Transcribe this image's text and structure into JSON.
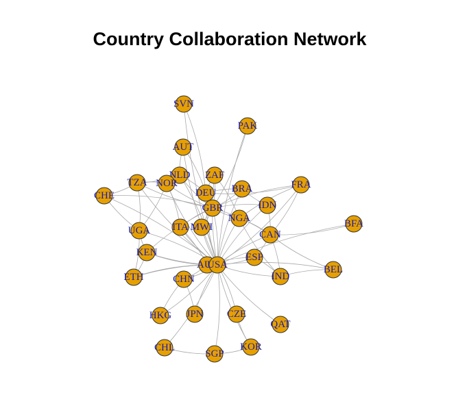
{
  "title": "Country Collaboration Network",
  "style": {
    "node_fill": "#E6A000",
    "label_color": "#1C1CA8",
    "edge_color": "#A8A8A8"
  },
  "nodes": [
    {
      "id": "SVN",
      "label": "SVN"
    },
    {
      "id": "PAK",
      "label": "PAK"
    },
    {
      "id": "AUT",
      "label": "AUT"
    },
    {
      "id": "NLD",
      "label": "NLD"
    },
    {
      "id": "ZAF",
      "label": "ZAF"
    },
    {
      "id": "TZA",
      "label": "TZA"
    },
    {
      "id": "NOR",
      "label": "NOR"
    },
    {
      "id": "DEU",
      "label": "DEU"
    },
    {
      "id": "BRA",
      "label": "BRA"
    },
    {
      "id": "FRA",
      "label": "FRA"
    },
    {
      "id": "CHE",
      "label": "CHE"
    },
    {
      "id": "GBR",
      "label": "GBR"
    },
    {
      "id": "IDN",
      "label": "IDN"
    },
    {
      "id": "NGA",
      "label": "NGA"
    },
    {
      "id": "BFA",
      "label": "BFA"
    },
    {
      "id": "UGA",
      "label": "UGA"
    },
    {
      "id": "ITA",
      "label": "ITA"
    },
    {
      "id": "MWI",
      "label": "MWI"
    },
    {
      "id": "CAN",
      "label": "CAN"
    },
    {
      "id": "KEN",
      "label": "KEN"
    },
    {
      "id": "ESP",
      "label": "ESP"
    },
    {
      "id": "AUS",
      "label": "AUS"
    },
    {
      "id": "USA",
      "label": "USA"
    },
    {
      "id": "BEL",
      "label": "BEL"
    },
    {
      "id": "ETH",
      "label": "ETH"
    },
    {
      "id": "CHN",
      "label": "CHN"
    },
    {
      "id": "IND",
      "label": "IND"
    },
    {
      "id": "HKG",
      "label": "HKG"
    },
    {
      "id": "JPN",
      "label": "JPN"
    },
    {
      "id": "CZE",
      "label": "CZE"
    },
    {
      "id": "QAT",
      "label": "QAT"
    },
    {
      "id": "CHL",
      "label": "CHL"
    },
    {
      "id": "KOR",
      "label": "KOR"
    },
    {
      "id": "SGP",
      "label": "SGP"
    }
  ],
  "edges": [
    [
      "SVN",
      "USA"
    ],
    [
      "SVN",
      "DEU"
    ],
    [
      "PAK",
      "USA"
    ],
    [
      "PAK",
      "GBR"
    ],
    [
      "AUT",
      "USA"
    ],
    [
      "AUT",
      "DEU"
    ],
    [
      "AUT",
      "NLD"
    ],
    [
      "NLD",
      "USA"
    ],
    [
      "NLD",
      "GBR"
    ],
    [
      "NLD",
      "DEU"
    ],
    [
      "NLD",
      "NOR"
    ],
    [
      "NLD",
      "TZA"
    ],
    [
      "ZAF",
      "USA"
    ],
    [
      "ZAF",
      "GBR"
    ],
    [
      "ZAF",
      "DEU"
    ],
    [
      "ZAF",
      "NGA"
    ],
    [
      "TZA",
      "USA"
    ],
    [
      "TZA",
      "UGA"
    ],
    [
      "TZA",
      "GBR"
    ],
    [
      "TZA",
      "NOR"
    ],
    [
      "NOR",
      "USA"
    ],
    [
      "NOR",
      "UGA"
    ],
    [
      "NOR",
      "GBR"
    ],
    [
      "NOR",
      "ITA"
    ],
    [
      "DEU",
      "USA"
    ],
    [
      "DEU",
      "GBR"
    ],
    [
      "DEU",
      "FRA"
    ],
    [
      "DEU",
      "BRA"
    ],
    [
      "BRA",
      "USA"
    ],
    [
      "BRA",
      "GBR"
    ],
    [
      "BRA",
      "IDN"
    ],
    [
      "FRA",
      "USA"
    ],
    [
      "FRA",
      "GBR"
    ],
    [
      "FRA",
      "CAN"
    ],
    [
      "FRA",
      "NGA"
    ],
    [
      "CHE",
      "USA"
    ],
    [
      "CHE",
      "UGA"
    ],
    [
      "CHE",
      "GBR"
    ],
    [
      "CHE",
      "TZA"
    ],
    [
      "GBR",
      "USA"
    ],
    [
      "GBR",
      "NGA"
    ],
    [
      "GBR",
      "IDN"
    ],
    [
      "GBR",
      "KEN"
    ],
    [
      "GBR",
      "CAN"
    ],
    [
      "GBR",
      "ITA"
    ],
    [
      "GBR",
      "MWI"
    ],
    [
      "IDN",
      "USA"
    ],
    [
      "IDN",
      "CAN"
    ],
    [
      "NGA",
      "USA"
    ],
    [
      "NGA",
      "CAN"
    ],
    [
      "NGA",
      "IND"
    ],
    [
      "BFA",
      "CAN"
    ],
    [
      "BFA",
      "USA"
    ],
    [
      "UGA",
      "USA"
    ],
    [
      "UGA",
      "KEN"
    ],
    [
      "UGA",
      "ETH"
    ],
    [
      "ITA",
      "USA"
    ],
    [
      "ITA",
      "AUS"
    ],
    [
      "MWI",
      "USA"
    ],
    [
      "MWI",
      "GBR"
    ],
    [
      "CAN",
      "USA"
    ],
    [
      "CAN",
      "IND"
    ],
    [
      "CAN",
      "BEL"
    ],
    [
      "CAN",
      "ESP"
    ],
    [
      "KEN",
      "USA"
    ],
    [
      "KEN",
      "ETH"
    ],
    [
      "KEN",
      "AUS"
    ],
    [
      "ESP",
      "USA"
    ],
    [
      "ESP",
      "AUS"
    ],
    [
      "ESP",
      "IND"
    ],
    [
      "AUS",
      "USA"
    ],
    [
      "AUS",
      "CHN"
    ],
    [
      "AUS",
      "ETH"
    ],
    [
      "USA",
      "BEL"
    ],
    [
      "USA",
      "ETH"
    ],
    [
      "USA",
      "CHN"
    ],
    [
      "USA",
      "IND"
    ],
    [
      "USA",
      "HKG"
    ],
    [
      "USA",
      "JPN"
    ],
    [
      "USA",
      "CZE"
    ],
    [
      "USA",
      "QAT"
    ],
    [
      "USA",
      "CHL"
    ],
    [
      "USA",
      "KOR"
    ],
    [
      "USA",
      "SGP"
    ],
    [
      "CHN",
      "HKG"
    ],
    [
      "CHN",
      "JPN"
    ],
    [
      "CHN",
      "AUS"
    ],
    [
      "IND",
      "BEL"
    ],
    [
      "CZE",
      "KOR"
    ],
    [
      "KOR",
      "SGP"
    ],
    [
      "CHL",
      "SGP"
    ]
  ]
}
